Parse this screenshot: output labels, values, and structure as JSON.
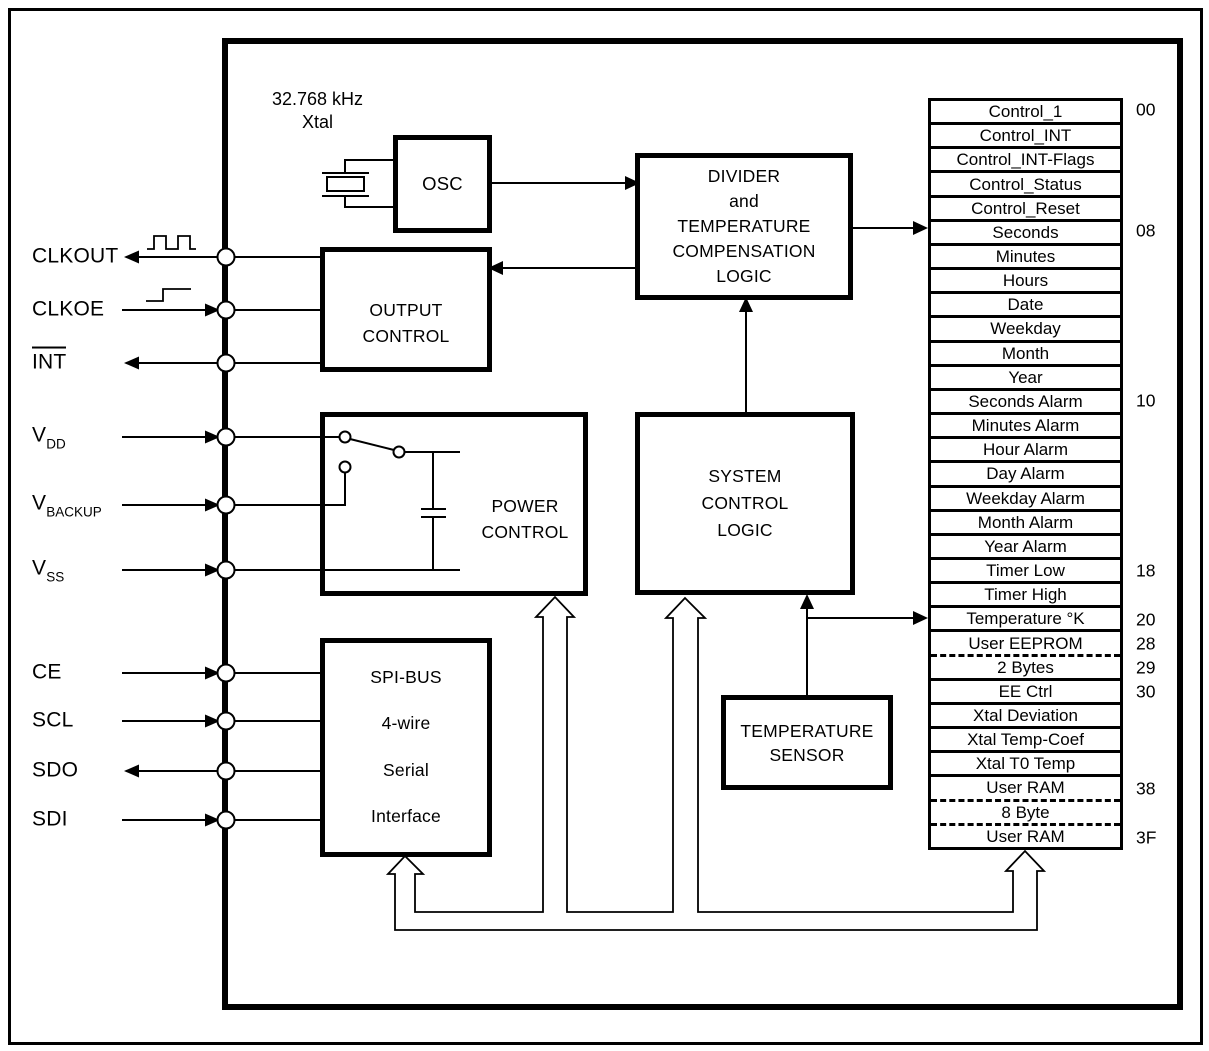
{
  "figure": {
    "crystal": {
      "line1": "32.768 kHz",
      "line2": "Xtal"
    }
  },
  "colors": {
    "line": "#000000",
    "background": "#ffffff"
  },
  "blocks": {
    "osc": {
      "label": "OSC"
    },
    "output_control": {
      "lines": [
        "OUTPUT",
        "CONTROL"
      ]
    },
    "divider": {
      "lines": [
        "DIVIDER",
        "and",
        "TEMPERATURE",
        "COMPENSATION",
        "LOGIC"
      ]
    },
    "power_control": {
      "lines": [
        "POWER",
        "CONTROL"
      ]
    },
    "system_control": {
      "lines": [
        "SYSTEM",
        "CONTROL",
        "LOGIC"
      ]
    },
    "temperature_sensor": {
      "lines": [
        "TEMPERATURE",
        "SENSOR"
      ]
    },
    "spi_bus": {
      "lines": [
        "SPI-BUS",
        "4-wire",
        "Serial",
        "Interface"
      ]
    }
  },
  "pins": [
    {
      "main": "CLKOUT",
      "sub": null,
      "overline": false,
      "direction": "out",
      "waveform": "clock"
    },
    {
      "main": "CLKOE",
      "sub": null,
      "overline": false,
      "direction": "in",
      "waveform": "step"
    },
    {
      "main": "INT",
      "sub": null,
      "overline": true,
      "direction": "out",
      "waveform": null
    },
    {
      "main": "V",
      "sub": "DD",
      "overline": false,
      "direction": "in",
      "waveform": null
    },
    {
      "main": "V",
      "sub": "BACKUP",
      "overline": false,
      "direction": "in",
      "waveform": null
    },
    {
      "main": "V",
      "sub": "SS",
      "overline": false,
      "direction": "in",
      "waveform": null
    },
    {
      "main": "CE",
      "sub": null,
      "overline": false,
      "direction": "in",
      "waveform": null
    },
    {
      "main": "SCL",
      "sub": null,
      "overline": false,
      "direction": "in",
      "waveform": null
    },
    {
      "main": "SDO",
      "sub": null,
      "overline": false,
      "direction": "out",
      "waveform": null
    },
    {
      "main": "SDI",
      "sub": null,
      "overline": false,
      "direction": "in",
      "waveform": null
    }
  ],
  "register_map": {
    "rows": [
      {
        "label": "Control_1",
        "addr": "00",
        "dashed_bottom": false
      },
      {
        "label": "Control_INT",
        "addr": null,
        "dashed_bottom": false
      },
      {
        "label": "Control_INT-Flags",
        "addr": null,
        "dashed_bottom": false
      },
      {
        "label": "Control_Status",
        "addr": null,
        "dashed_bottom": false
      },
      {
        "label": "Control_Reset",
        "addr": null,
        "dashed_bottom": false
      },
      {
        "label": "Seconds",
        "addr": "08",
        "dashed_bottom": false
      },
      {
        "label": "Minutes",
        "addr": null,
        "dashed_bottom": false
      },
      {
        "label": "Hours",
        "addr": null,
        "dashed_bottom": false
      },
      {
        "label": "Date",
        "addr": null,
        "dashed_bottom": false
      },
      {
        "label": "Weekday",
        "addr": null,
        "dashed_bottom": false
      },
      {
        "label": "Month",
        "addr": null,
        "dashed_bottom": false
      },
      {
        "label": "Year",
        "addr": null,
        "dashed_bottom": false
      },
      {
        "label": "Seconds Alarm",
        "addr": "10",
        "dashed_bottom": false
      },
      {
        "label": "Minutes Alarm",
        "addr": null,
        "dashed_bottom": false
      },
      {
        "label": "Hour Alarm",
        "addr": null,
        "dashed_bottom": false
      },
      {
        "label": "Day Alarm",
        "addr": null,
        "dashed_bottom": false
      },
      {
        "label": "Weekday Alarm",
        "addr": null,
        "dashed_bottom": false
      },
      {
        "label": "Month Alarm",
        "addr": null,
        "dashed_bottom": false
      },
      {
        "label": "Year Alarm",
        "addr": null,
        "dashed_bottom": false
      },
      {
        "label": "Timer Low",
        "addr": "18",
        "dashed_bottom": false
      },
      {
        "label": "Timer High",
        "addr": null,
        "dashed_bottom": false
      },
      {
        "label": "Temperature °K",
        "addr": "20",
        "dashed_bottom": false
      },
      {
        "label": "User EEPROM",
        "addr": "28",
        "dashed_bottom": true
      },
      {
        "label": "2 Bytes",
        "addr": "29",
        "dashed_bottom": false
      },
      {
        "label": "EE Ctrl",
        "addr": "30",
        "dashed_bottom": false
      },
      {
        "label": "Xtal Deviation",
        "addr": null,
        "dashed_bottom": false
      },
      {
        "label": "Xtal Temp-Coef",
        "addr": null,
        "dashed_bottom": false
      },
      {
        "label": "Xtal T0 Temp",
        "addr": null,
        "dashed_bottom": false
      },
      {
        "label": "User RAM",
        "addr": "38",
        "dashed_bottom": true
      },
      {
        "label": "8 Byte",
        "addr": null,
        "dashed_bottom": true
      },
      {
        "label": "User RAM",
        "addr": "3F",
        "dashed_bottom": false
      }
    ]
  }
}
